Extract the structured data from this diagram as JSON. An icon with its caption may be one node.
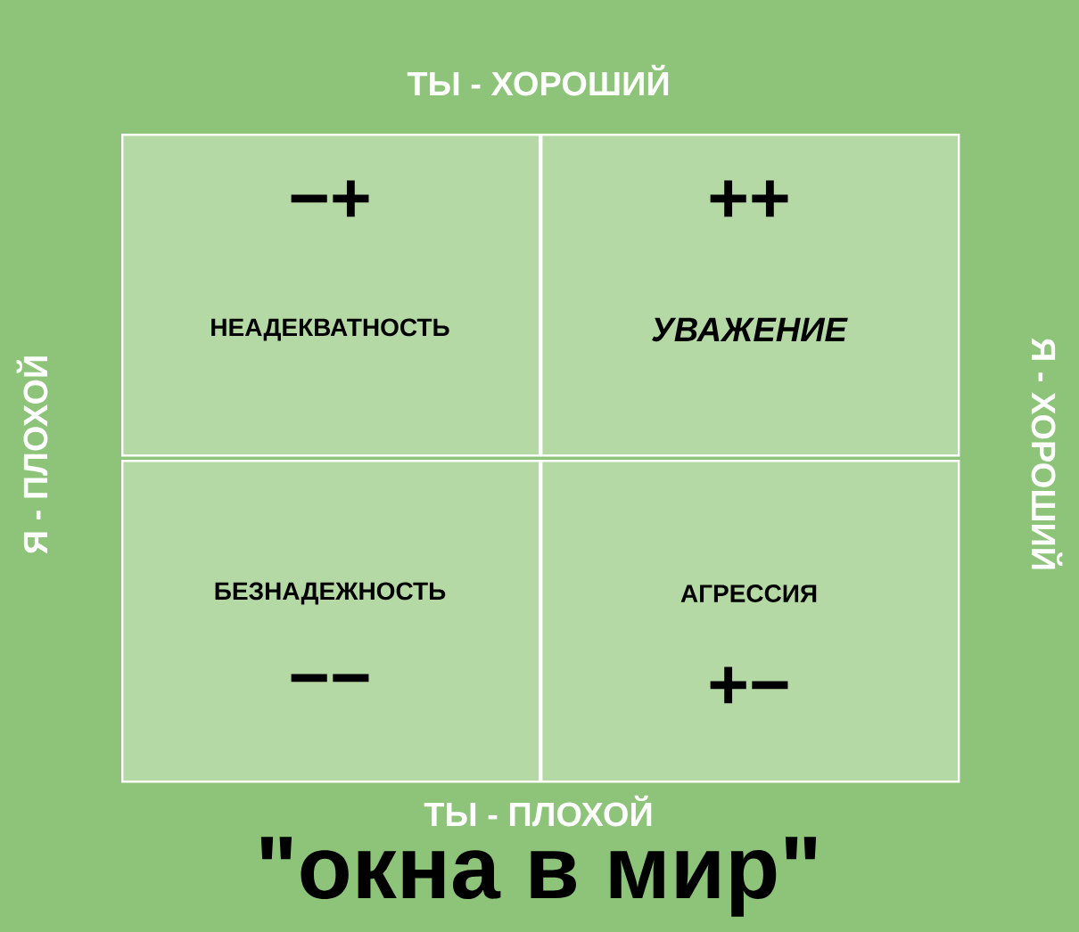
{
  "diagram": {
    "title": "\"окна в мир\"",
    "nodes": [
      {
        "text": [
          "−+",
          "НЕАДЕКВАТНОСТЬ"
        ]
      },
      {
        "text": [
          "++",
          "УВАЖЕНИЕ"
        ]
      },
      {
        "text": [
          "БЕЗНАДЕЖНОСТЬ",
          "−−"
        ]
      },
      {
        "text": [
          "АГРЕССИЯ",
          "+−"
        ]
      }
    ],
    "labels": [
      "ТЫ - ХОРОШИЙ",
      "Я - ПЛОХОЙ",
      "Я - ХОРОШИЙ",
      "ТЫ - ПЛОХОЙ"
    ]
  }
}
